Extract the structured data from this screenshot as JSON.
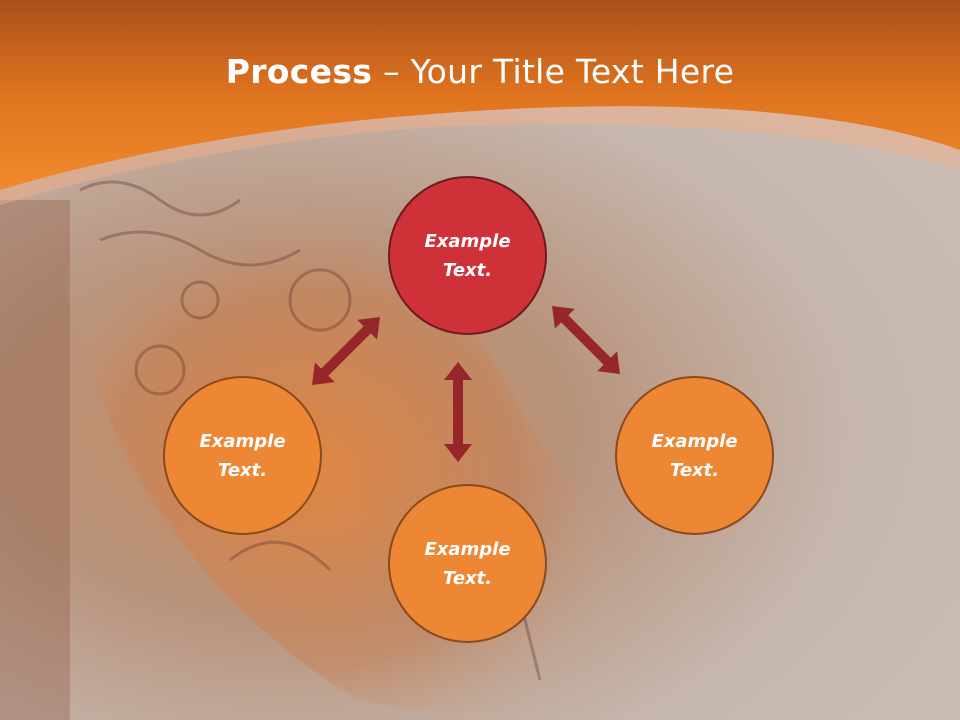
{
  "title": {
    "bold": "Process",
    "rest": " – Your Title Text Here"
  },
  "nodes": {
    "top": {
      "label": "Example Text."
    },
    "left": {
      "label": "Example Text."
    },
    "right": {
      "label": "Example Text."
    },
    "bottom": {
      "label": "Example Text."
    }
  },
  "colors": {
    "header": "#e6791e",
    "top_node": "#cf3139",
    "node": "#ee8734",
    "arrow": "#96262a"
  }
}
